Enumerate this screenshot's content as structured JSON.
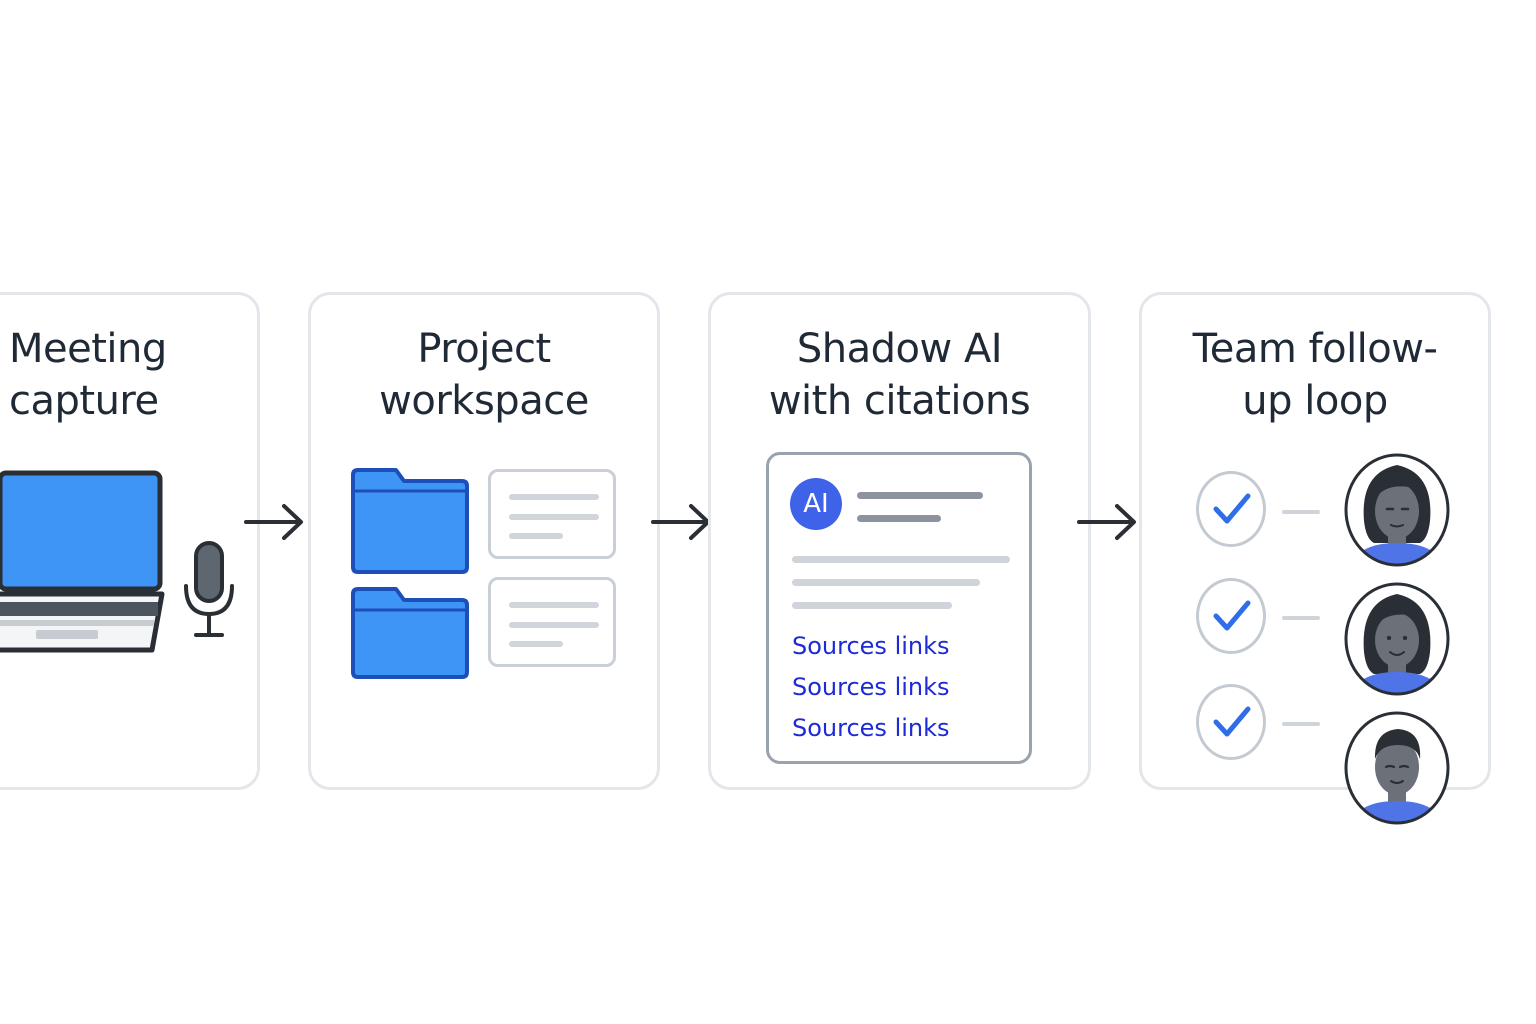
{
  "steps": [
    {
      "title": "Meeting\ncapture"
    },
    {
      "title": "Project\nworkspace"
    },
    {
      "title": "Shadow AI\nwith citations"
    },
    {
      "title": "Team follow-\nup loop"
    }
  ],
  "ai_panel": {
    "badge": "AI",
    "sources": [
      "Sources links",
      "Sources links",
      "Sources links"
    ]
  },
  "colors": {
    "accent_blue": "#3f95f6",
    "folder_blue": "#3f95f6",
    "ai_badge": "#3f63e8",
    "link": "#1e2ad6",
    "check": "#2f6ee8",
    "text": "#1f2a36",
    "card_border": "#e3e6ea"
  },
  "icons": {
    "step1": [
      "laptop-icon",
      "microphone-icon"
    ],
    "step2": [
      "folder-icon",
      "document-icon"
    ],
    "step3": [
      "ai-badge-icon"
    ],
    "step4": [
      "checkmark-icon",
      "person-avatar-icon"
    ],
    "connector": "arrow-right-icon"
  }
}
